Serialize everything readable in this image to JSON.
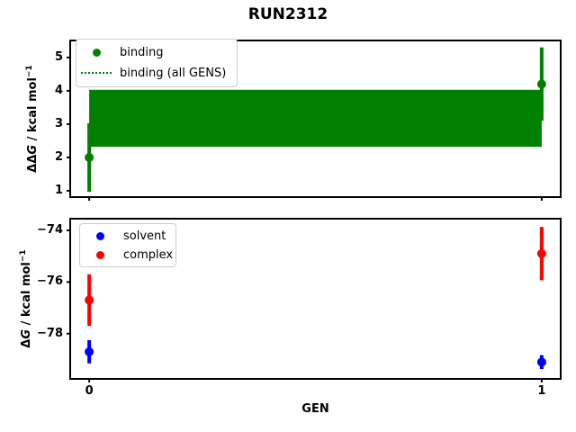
{
  "figure": {
    "title": "RUN2312",
    "xlabel": "GEN",
    "background": "#ffffff"
  },
  "colors": {
    "binding": "#008000",
    "solvent": "#0000ff",
    "complex": "#ff0000",
    "spine": "#000000",
    "legend_border": "#cccccc"
  },
  "chart_data": [
    {
      "type": "scatter",
      "subtype": "errorbar-with-confidence-band",
      "ylabel": {
        "prefix": "ΔΔ",
        "var": "G",
        "rest": " / kcal mol",
        "sup": "−1"
      },
      "x": [
        0,
        1
      ],
      "series": [
        {
          "name": "binding",
          "color": "#008000",
          "y": [
            2.0,
            4.2
          ],
          "yerr": [
            1.03,
            1.1
          ]
        }
      ],
      "band": {
        "name": "binding (all GENS)",
        "color": "#008000",
        "low": 2.32,
        "high": 4.03,
        "mean": 3.2,
        "line_style": "dotted",
        "note": "dotted mean line hidden behind solid band"
      },
      "ylim": [
        0.81,
        5.51
      ],
      "yticks": [
        1,
        2,
        3,
        4,
        5
      ],
      "ytick_labels": [
        "1",
        "2",
        "3",
        "4",
        "5"
      ],
      "xlim": [
        -0.042,
        1.042
      ],
      "xticks": [
        0,
        1
      ],
      "grid": false,
      "legend_position": "upper-left",
      "legend": [
        {
          "label": "binding",
          "marker": "dot",
          "color": "#008000"
        },
        {
          "label": "binding (all GENS)",
          "marker": "dotted-line",
          "color": "#008000"
        }
      ]
    },
    {
      "type": "scatter",
      "subtype": "errorbar",
      "ylabel": {
        "prefix": "Δ",
        "var": "G",
        "rest": " / kcal mol",
        "sup": "−1"
      },
      "x": [
        0,
        1
      ],
      "series": [
        {
          "name": "solvent",
          "color": "#0000ff",
          "y": [
            -78.7,
            -79.1
          ],
          "yerr": [
            0.45,
            0.27
          ]
        },
        {
          "name": "complex",
          "color": "#ff0000",
          "y": [
            -76.7,
            -74.9
          ],
          "yerr": [
            1.0,
            1.03
          ]
        }
      ],
      "ylim": [
        -79.75,
        -73.55
      ],
      "yticks": [
        -74,
        -76,
        -78
      ],
      "ytick_labels": [
        "−74",
        "−76",
        "−78"
      ],
      "xlim": [
        -0.042,
        1.042
      ],
      "xticks": [
        0,
        1
      ],
      "xtick_labels": [
        "0",
        "1"
      ],
      "grid": false,
      "legend_position": "upper-left",
      "legend": [
        {
          "label": "solvent",
          "marker": "dot",
          "color": "#0000ff"
        },
        {
          "label": "complex",
          "marker": "dot",
          "color": "#ff0000"
        }
      ]
    }
  ]
}
